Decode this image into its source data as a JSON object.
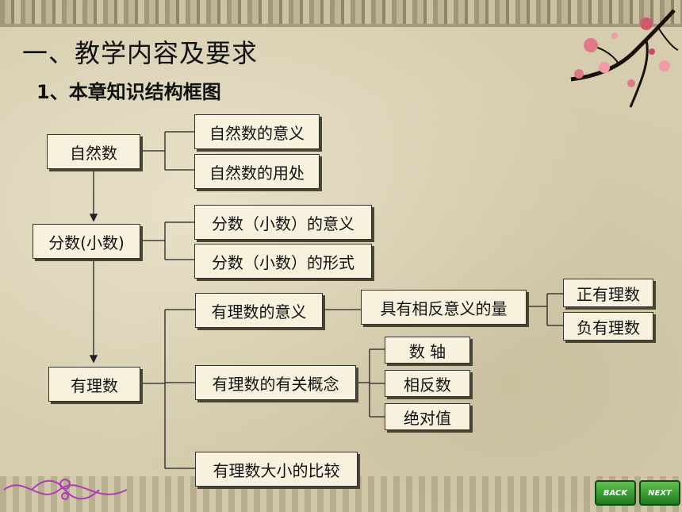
{
  "slide": {
    "title": "一、教学内容及要求",
    "subtitle": "1、本章知识结构框图"
  },
  "diagram": {
    "nodes": {
      "natural": "自然数",
      "natural_meaning": "自然数的意义",
      "natural_use": "自然数的用处",
      "fraction": "分数(小数)",
      "fraction_meaning": "分数（小数）的意义",
      "fraction_form": "分数（小数）的形式",
      "rational": "有理数",
      "rational_meaning": "有理数的意义",
      "opposite_quantity": "具有相反意义的量",
      "positive_rational": "正有理数",
      "negative_rational": "负有理数",
      "rational_concepts": "有理数的有关概念",
      "number_line": "数 轴",
      "opposite_number": "相反数",
      "absolute_value": "绝对值",
      "rational_compare": "有理数大小的比较"
    }
  },
  "nav": {
    "back_label": "BACK",
    "next_label": "NEXT"
  },
  "colors": {
    "box_fill": "#f7f1de",
    "box_border": "#333333",
    "nav_green": "#2f9a2a"
  }
}
